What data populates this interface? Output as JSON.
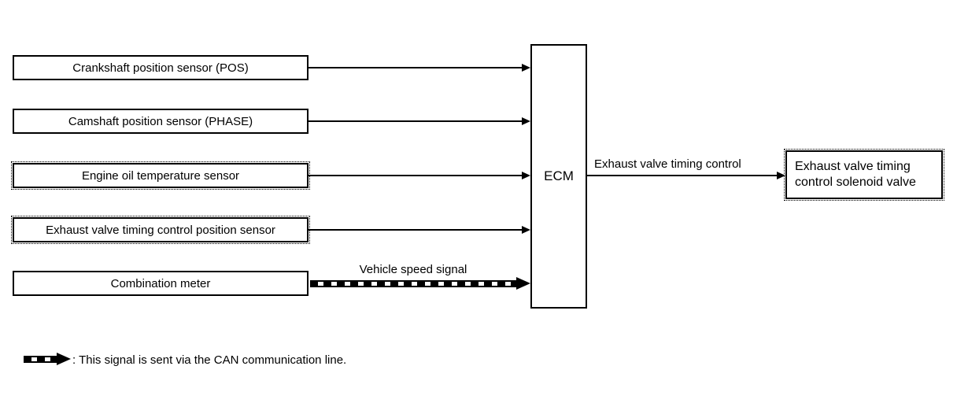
{
  "diagram": {
    "inputs": [
      {
        "label": "Crankshaft position sensor (POS)",
        "border_style": "solid"
      },
      {
        "label": "Camshaft position sensor (PHASE)",
        "border_style": "solid"
      },
      {
        "label": "Engine oil temperature sensor",
        "border_style": "solid-with-dotted-outline"
      },
      {
        "label": "Exhaust valve timing control position sensor",
        "border_style": "solid-with-dotted-outline"
      },
      {
        "label": "Combination meter",
        "border_style": "solid"
      }
    ],
    "can_signal_label": "Vehicle speed signal",
    "ecm_label": "ECM",
    "output": {
      "signal_label": "Exhaust valve timing control",
      "target_label": "Exhaust valve timing control solenoid valve",
      "target_lines": [
        "Exhaust valve timing",
        "control solenoid valve"
      ]
    },
    "legend_text": ": This signal is sent via the CAN communication line.",
    "colors": {
      "line": "#000000",
      "background": "#ffffff",
      "text": "#000000"
    }
  }
}
